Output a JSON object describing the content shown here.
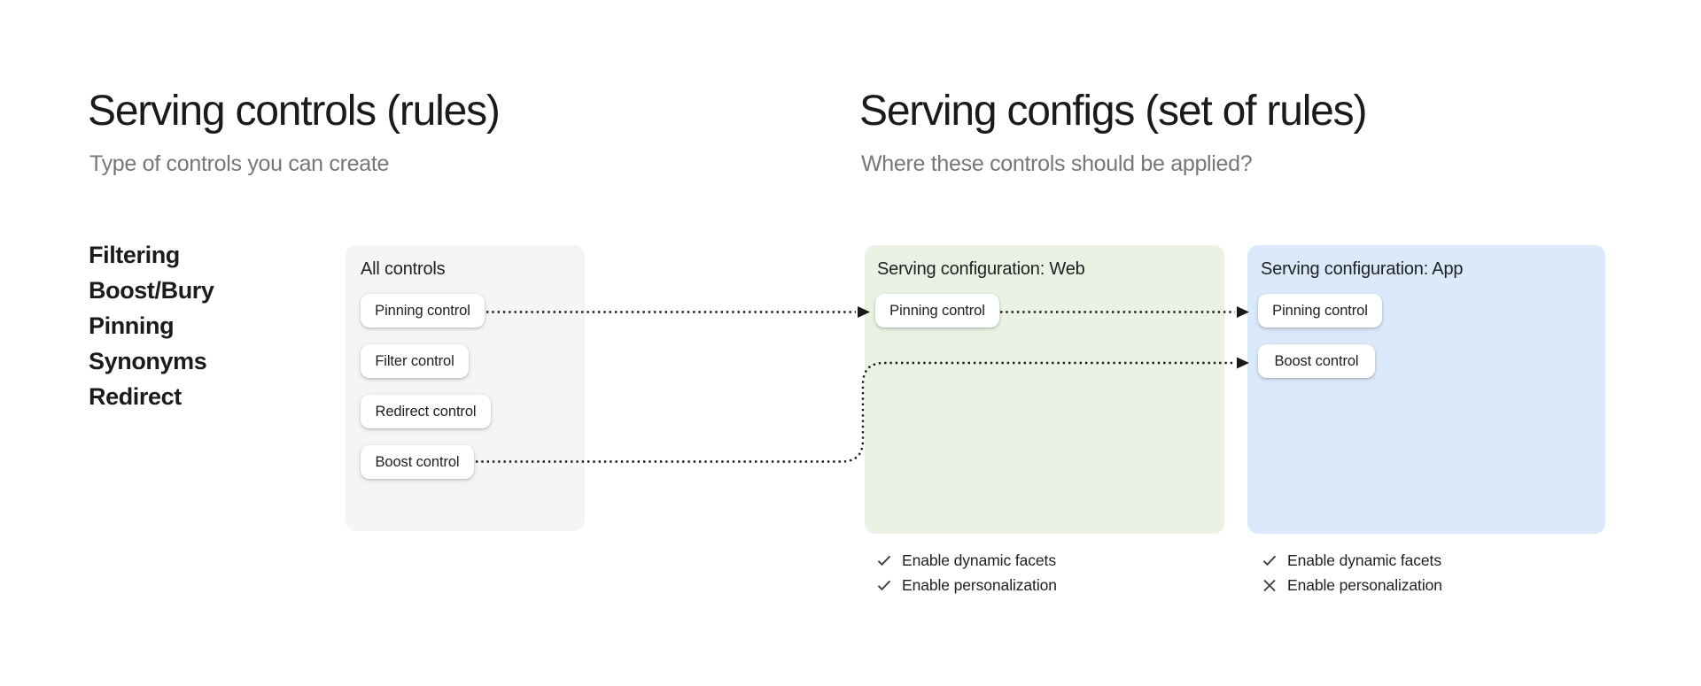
{
  "sections": {
    "controls": {
      "title": "Serving controls (rules)",
      "subtitle": "Type of controls you can create",
      "control_types": [
        "Filtering",
        "Boost/Bury",
        "Pinning",
        "Synonyms",
        "Redirect"
      ]
    },
    "configs": {
      "title": "Serving configs (set of rules)",
      "subtitle": "Where these controls should be applied?"
    }
  },
  "cards": {
    "all_controls": {
      "title": "All controls",
      "controls": [
        "Pinning control",
        "Filter control",
        "Redirect control",
        "Boost control"
      ]
    },
    "web": {
      "title": "Serving configuration: Web",
      "controls": [
        "Pinning control"
      ],
      "features": [
        {
          "mark": "check",
          "label": "Enable dynamic facets"
        },
        {
          "mark": "check",
          "label": "Enable personalization"
        }
      ]
    },
    "app": {
      "title": "Serving configuration: App",
      "controls": [
        "Pinning control",
        "Boost control"
      ],
      "features": [
        {
          "mark": "check",
          "label": "Enable dynamic facets"
        },
        {
          "mark": "cross",
          "label": "Enable personalization"
        }
      ]
    }
  },
  "arrows": [
    {
      "from": "all-controls-pinning",
      "to": "web-pinning"
    },
    {
      "from": "web-pinning",
      "to": "app-pinning"
    },
    {
      "from": "all-controls-boost",
      "to": "app-boost"
    }
  ],
  "colors": {
    "background": "#ffffff",
    "all_controls_card_bg": "#f5f5f5",
    "web_card_bg": "#eaf2e3",
    "app_card_bg": "#dbeafa",
    "chip_bg": "#ffffff",
    "text_primary": "#202124",
    "text_secondary": "#76777a",
    "mark_color": "#3c4043",
    "arrow_color": "#1a1a1a"
  }
}
